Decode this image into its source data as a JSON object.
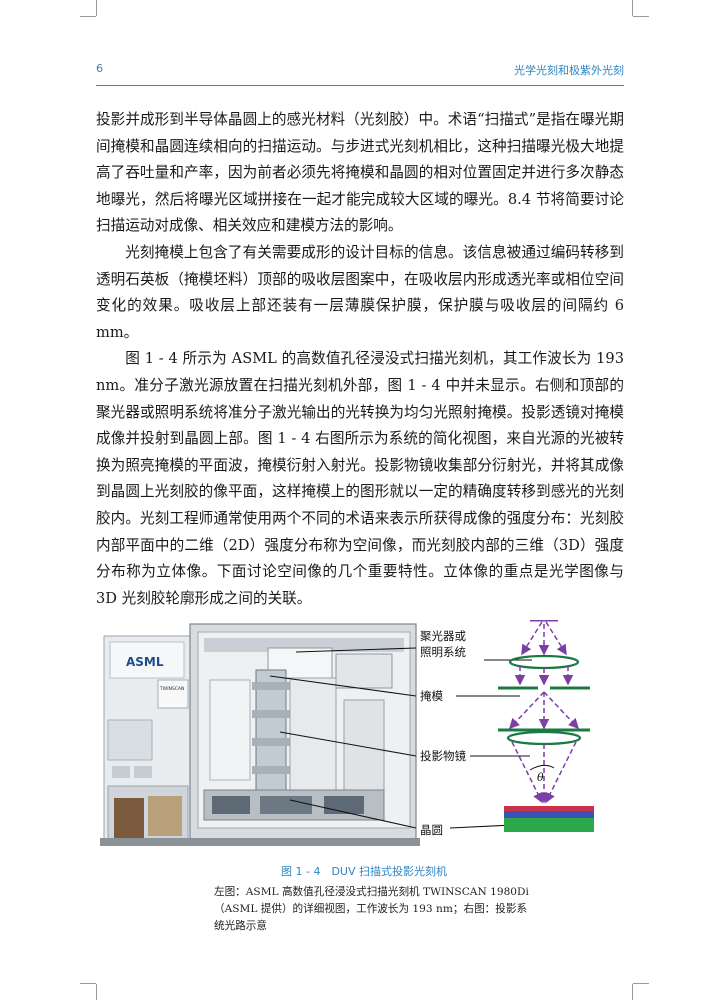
{
  "header": {
    "page_number": "6",
    "running_title": "光学光刻和极紫外光刻"
  },
  "paragraphs": [
    "投影并成形到半导体晶圆上的感光材料（光刻胶）中。术语“扫描式”是指在曝光期间掩模和晶圆连续相向的扫描运动。与步进式光刻机相比，这种扫描曝光极大地提高了吞吐量和产率，因为前者必须先将掩模和晶圆的相对位置固定并进行多次静态地曝光，然后将曝光区域拼接在一起才能完成较大区域的曝光。8.4 节将简要讨论扫描运动对成像、相关效应和建模方法的影响。",
    "光刻掩模上包含了有关需要成形的设计目标的信息。该信息被通过编码转移到透明石英板（掩模坯料）顶部的吸收层图案中，在吸收层内形成透光率或相位空间变化的效果。吸收层上部还装有一层薄膜保护膜，保护膜与吸收层的间隔约 6 mm。",
    "图 1 - 4 所示为 ASML 的高数值孔径浸没式扫描光刻机，其工作波长为 193 nm。准分子激光源放置在扫描光刻机外部，图 1 - 4 中并未显示。右侧和顶部的聚光器或照明系统将准分子激光输出的光转换为均匀光照射掩模。投影透镜对掩模成像并投射到晶圆上部。图 1 - 4 右图所示为系统的简化视图，来自光源的光被转换为照亮掩模的平面波，掩模衍射入射光。投影物镜收集部分衍射光，并将其成像到晶圆上光刻胶的像平面，这样掩模上的图形就以一定的精确度转移到感光的光刻胶内。光刻工程师通常使用两个不同的术语来表示所获得成像的强度分布：光刻胶内部平面中的二维（2D）强度分布称为空间像，而光刻胶内部的三维（3D）强度分布称为立体像。下面讨论空间像的几个重要特性。立体像的重点是光学图像与 3D 光刻胶轮廓形成之间的关联。"
  ],
  "figure": {
    "machine_brand": "ASML",
    "machine_model": "TWINSCAN",
    "labels": {
      "condenser_line1": "聚光器或",
      "condenser_line2": "照明系统",
      "mask": "掩模",
      "projection": "投影物镜",
      "wafer": "晶圆",
      "theta": "θ"
    },
    "caption_title": "图 1 - 4　DUV 扫描式投影光刻机",
    "caption_desc": "左图：ASML 高数值孔径浸没式扫描光刻机 TWINSCAN 1980Di（ASML 提供）的详细视图，工作波长为 193 nm；右图：投影系统光路示意"
  },
  "colors": {
    "accent_blue": "#2f86c2",
    "optic_green": "#1b7a43",
    "ray_purple": "#7b3fa6",
    "wafer_red": "#c8324a",
    "wafer_blue": "#3c4fb5",
    "wafer_green": "#2aa84a"
  }
}
